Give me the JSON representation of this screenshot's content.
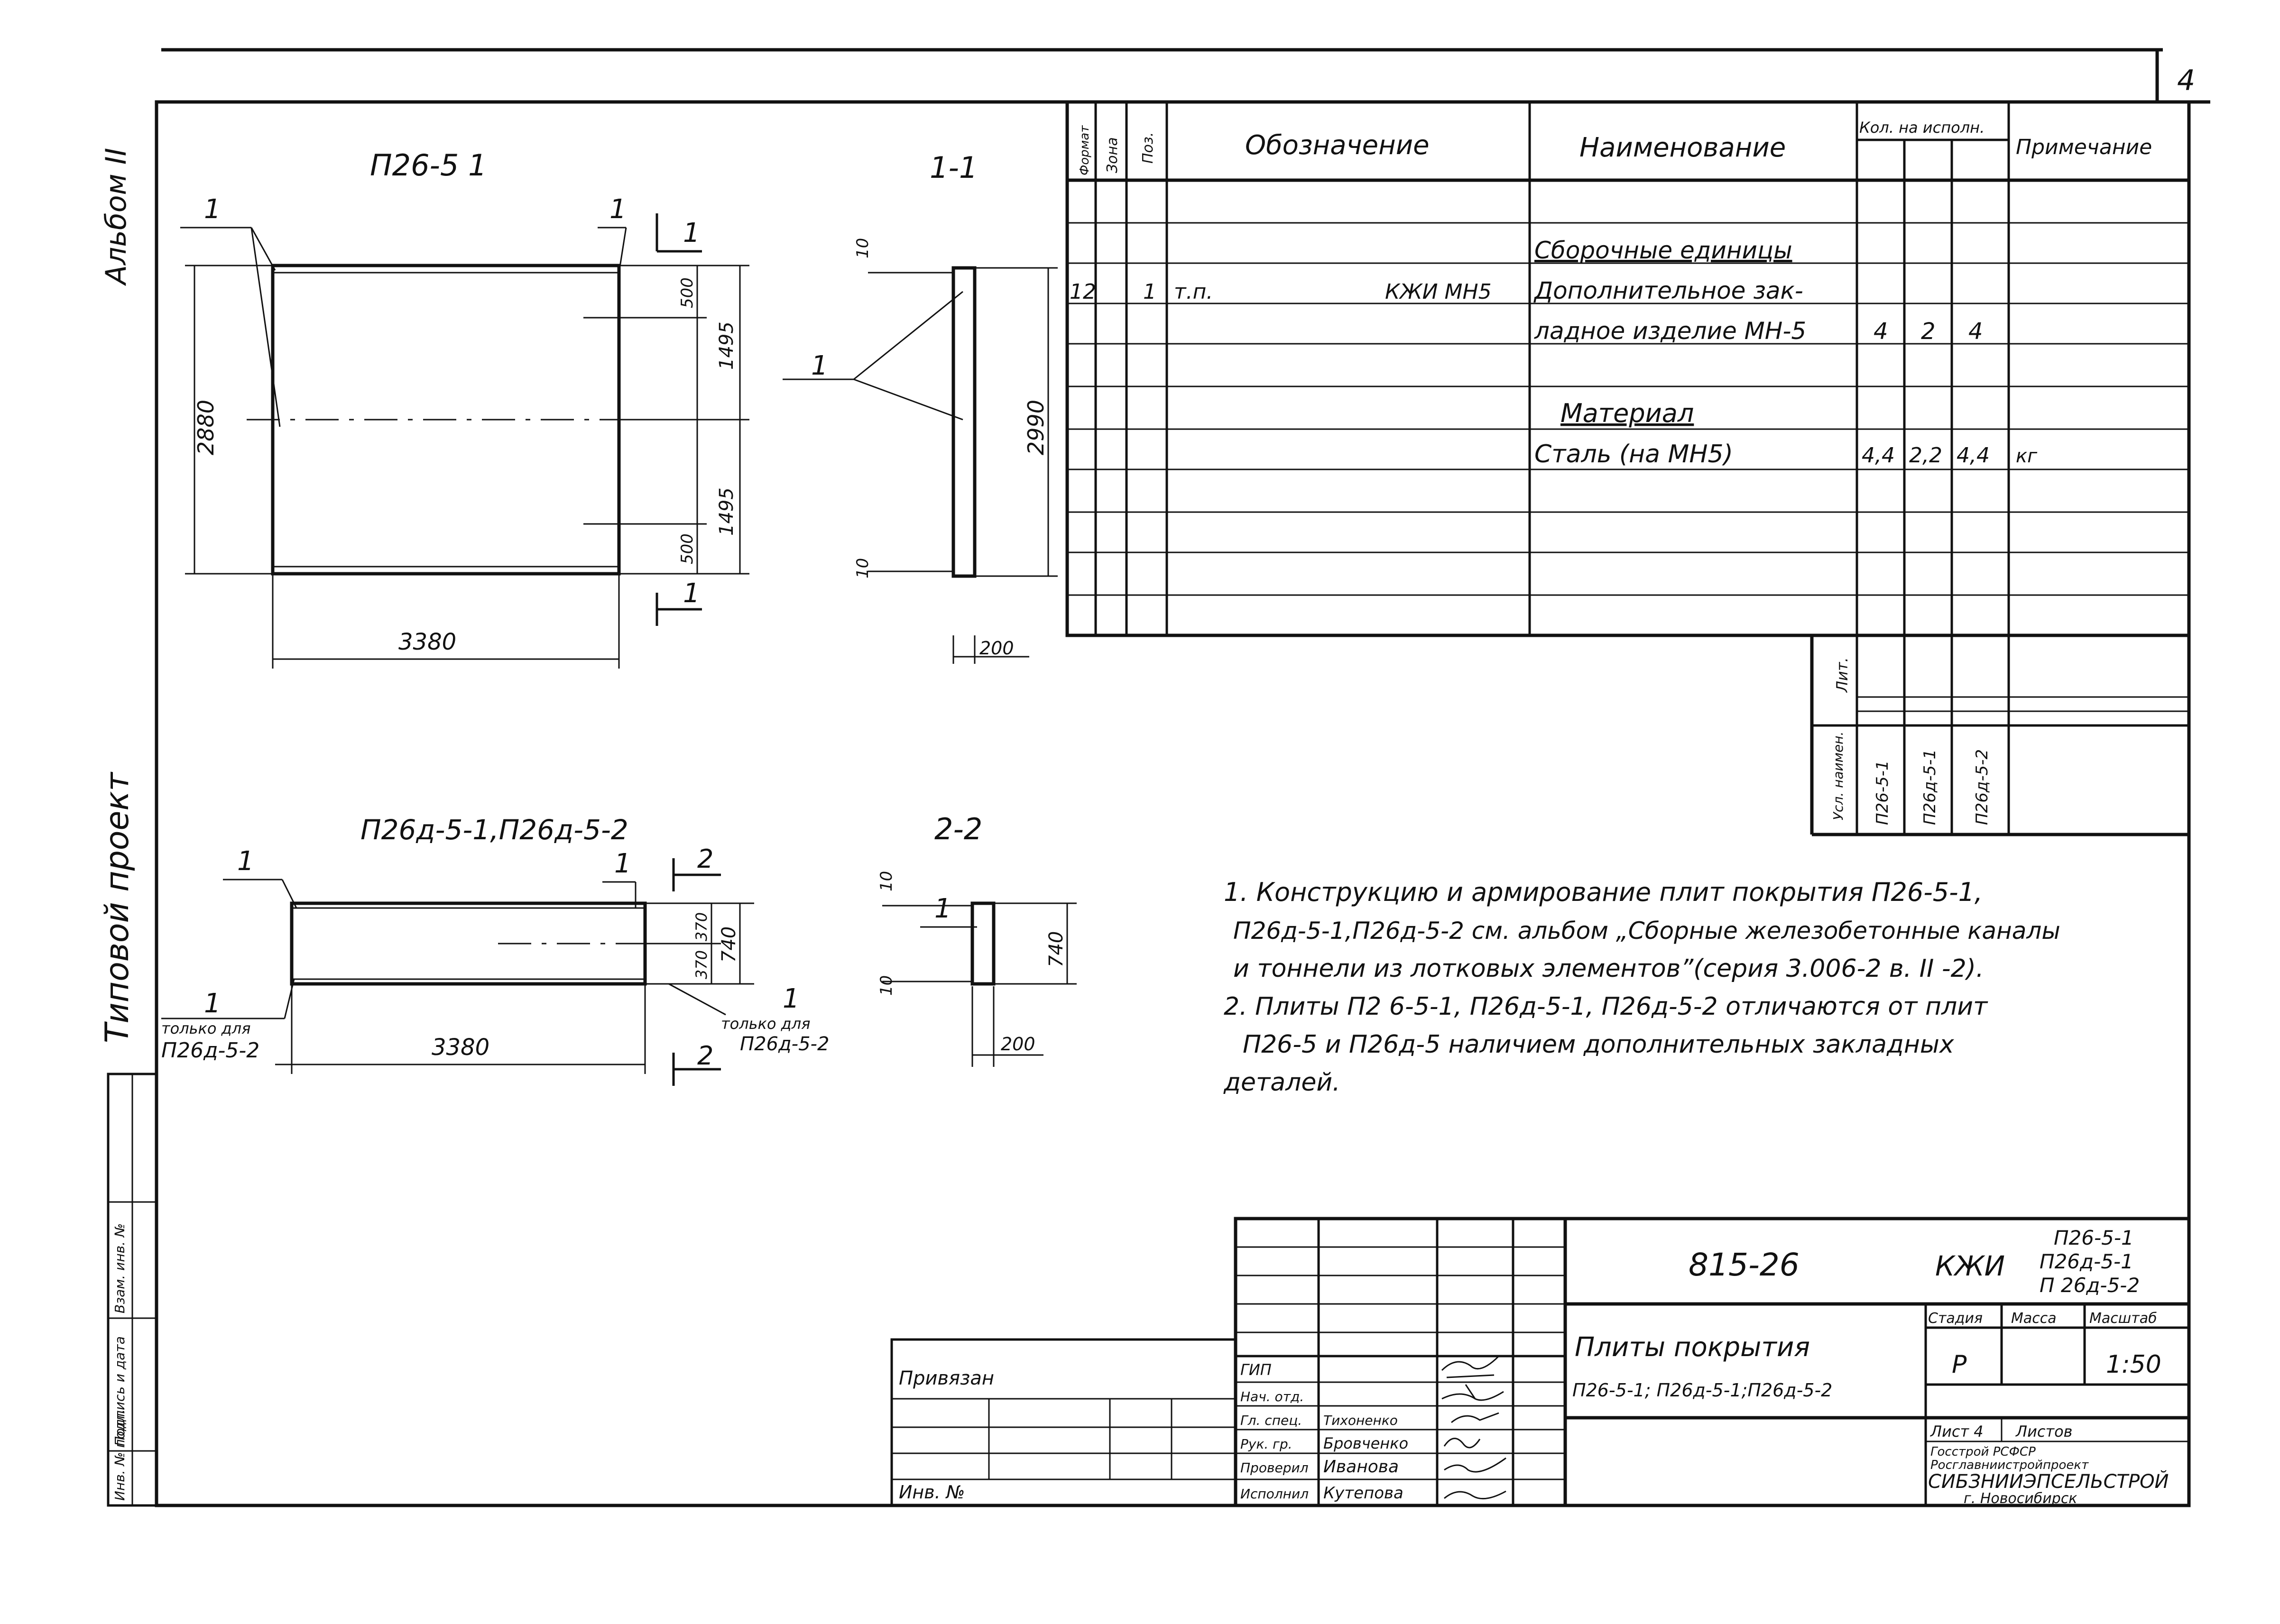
{
  "page_number": "4",
  "side_labels": {
    "album": "Альбом II",
    "project": "Типовой проект",
    "stamp_inv_no": "Инв. № подл.",
    "stamp_sign_date": "Подпись и дата",
    "stamp_replace_inv": "Взам. инв. №"
  },
  "drawings": {
    "top_plan": {
      "title": "П26-5 1",
      "mark": "1",
      "dim_length": "3380",
      "dim_height": "2880",
      "dim_upper": "500",
      "dim_lower": "500",
      "dim_half_upper": "1495",
      "dim_half_lower": "1495",
      "section_mark": "1"
    },
    "section_1": {
      "title": "1-1",
      "mark": "1",
      "dim_top": "10",
      "dim_bottom": "10",
      "dim_height": "2990",
      "dim_width": "200"
    },
    "bottom_plan": {
      "title": "П26д-5-1,П26д-5-2",
      "mark": "1",
      "note_only": "только для",
      "note_only_item": "П26д-5-2",
      "note_only2": "только для",
      "note_only2_item": "П26д-5-2",
      "dim_length": "3380",
      "dim_total": "740",
      "dim_a": "370",
      "dim_b": "370",
      "section_mark": "2"
    },
    "section_2": {
      "title": "2-2",
      "mark": "1",
      "dim_top": "10",
      "dim_bottom": "10",
      "dim_height": "740",
      "dim_width": "200"
    }
  },
  "spec_table": {
    "headers": {
      "format": "Формат",
      "zone": "Зона",
      "pos": "Поз.",
      "designation": "Обозначение",
      "name": "Наименование",
      "qty_group": "Кол. на исполн.",
      "note": "Примечание"
    },
    "rows": {
      "section_assembly": "Сборочные единицы",
      "item_format": "12",
      "item_pos": "1",
      "item_des_a": "т.п.",
      "item_des_b": "КЖИ МН5",
      "item_name_1": "Дополнительное зак-",
      "item_name_2": "ладное изделие МН-5",
      "item_q1": "4",
      "item_q2": "2",
      "item_q3": "4",
      "section_material": "Материал",
      "steel_name": "Сталь (на МН5)",
      "steel_q1": "4,4",
      "steel_q2": "2,2",
      "steel_q3": "4,4",
      "steel_unit": "кг"
    },
    "footer": {
      "lit": "Лит.",
      "usl_naimen": "Усл. наимен.",
      "var1": "П26-5-1",
      "var2": "П26д-5-1",
      "var3": "П26д-5-2"
    }
  },
  "notes": {
    "n1_l1": "1. Конструкцию и армирование плит покрытия П26-5-1,",
    "n1_l2": "П26д-5-1,П26д-5-2 см. альбом „Сборные железобетонные каналы",
    "n1_l3": "и тоннели из лотковых элементов”(серия 3.006-2 в. II -2).",
    "n2_l1": "2. Плиты П2 6-5-1, П26д-5-1, П26д-5-2 отличаются от плит",
    "n2_l2": "П26-5 и П26д-5 наличием дополнительных закладных",
    "n2_l3": "деталей."
  },
  "title_block": {
    "doc_code": "815-26",
    "kzhi": "КЖИ",
    "codes_1": "П26-5-1",
    "codes_2": "П26д-5-1",
    "codes_3": "П 26д-5-2",
    "title_1": "Плиты покрытия",
    "title_2": "П26-5-1; П26д-5-1;П26д-5-2",
    "stage_label": "Стадия",
    "mass_label": "Масса",
    "scale_label": "Масштаб",
    "stage": "Р",
    "scale": "1:50",
    "sheet_label": "Лист 4",
    "sheets_label": "Листов",
    "org_1": "Госстрой     РСФСР",
    "org_2": "Росглавниистройпроект",
    "org_3": "СИБЗНИИЭПСЕЛЬСТРОЙ",
    "org_4": "г. Новосибирск",
    "privyazan": "Привязан",
    "inv_no": "Инв. №",
    "roles": [
      "ГИП",
      "Нач. отд.",
      "Гл. спец.",
      "Рук. гр.",
      "Проверил",
      "Исполнил"
    ],
    "names": [
      "",
      "",
      "Тихоненко",
      "Бровченко",
      "Иванова",
      "Кутепова"
    ]
  }
}
